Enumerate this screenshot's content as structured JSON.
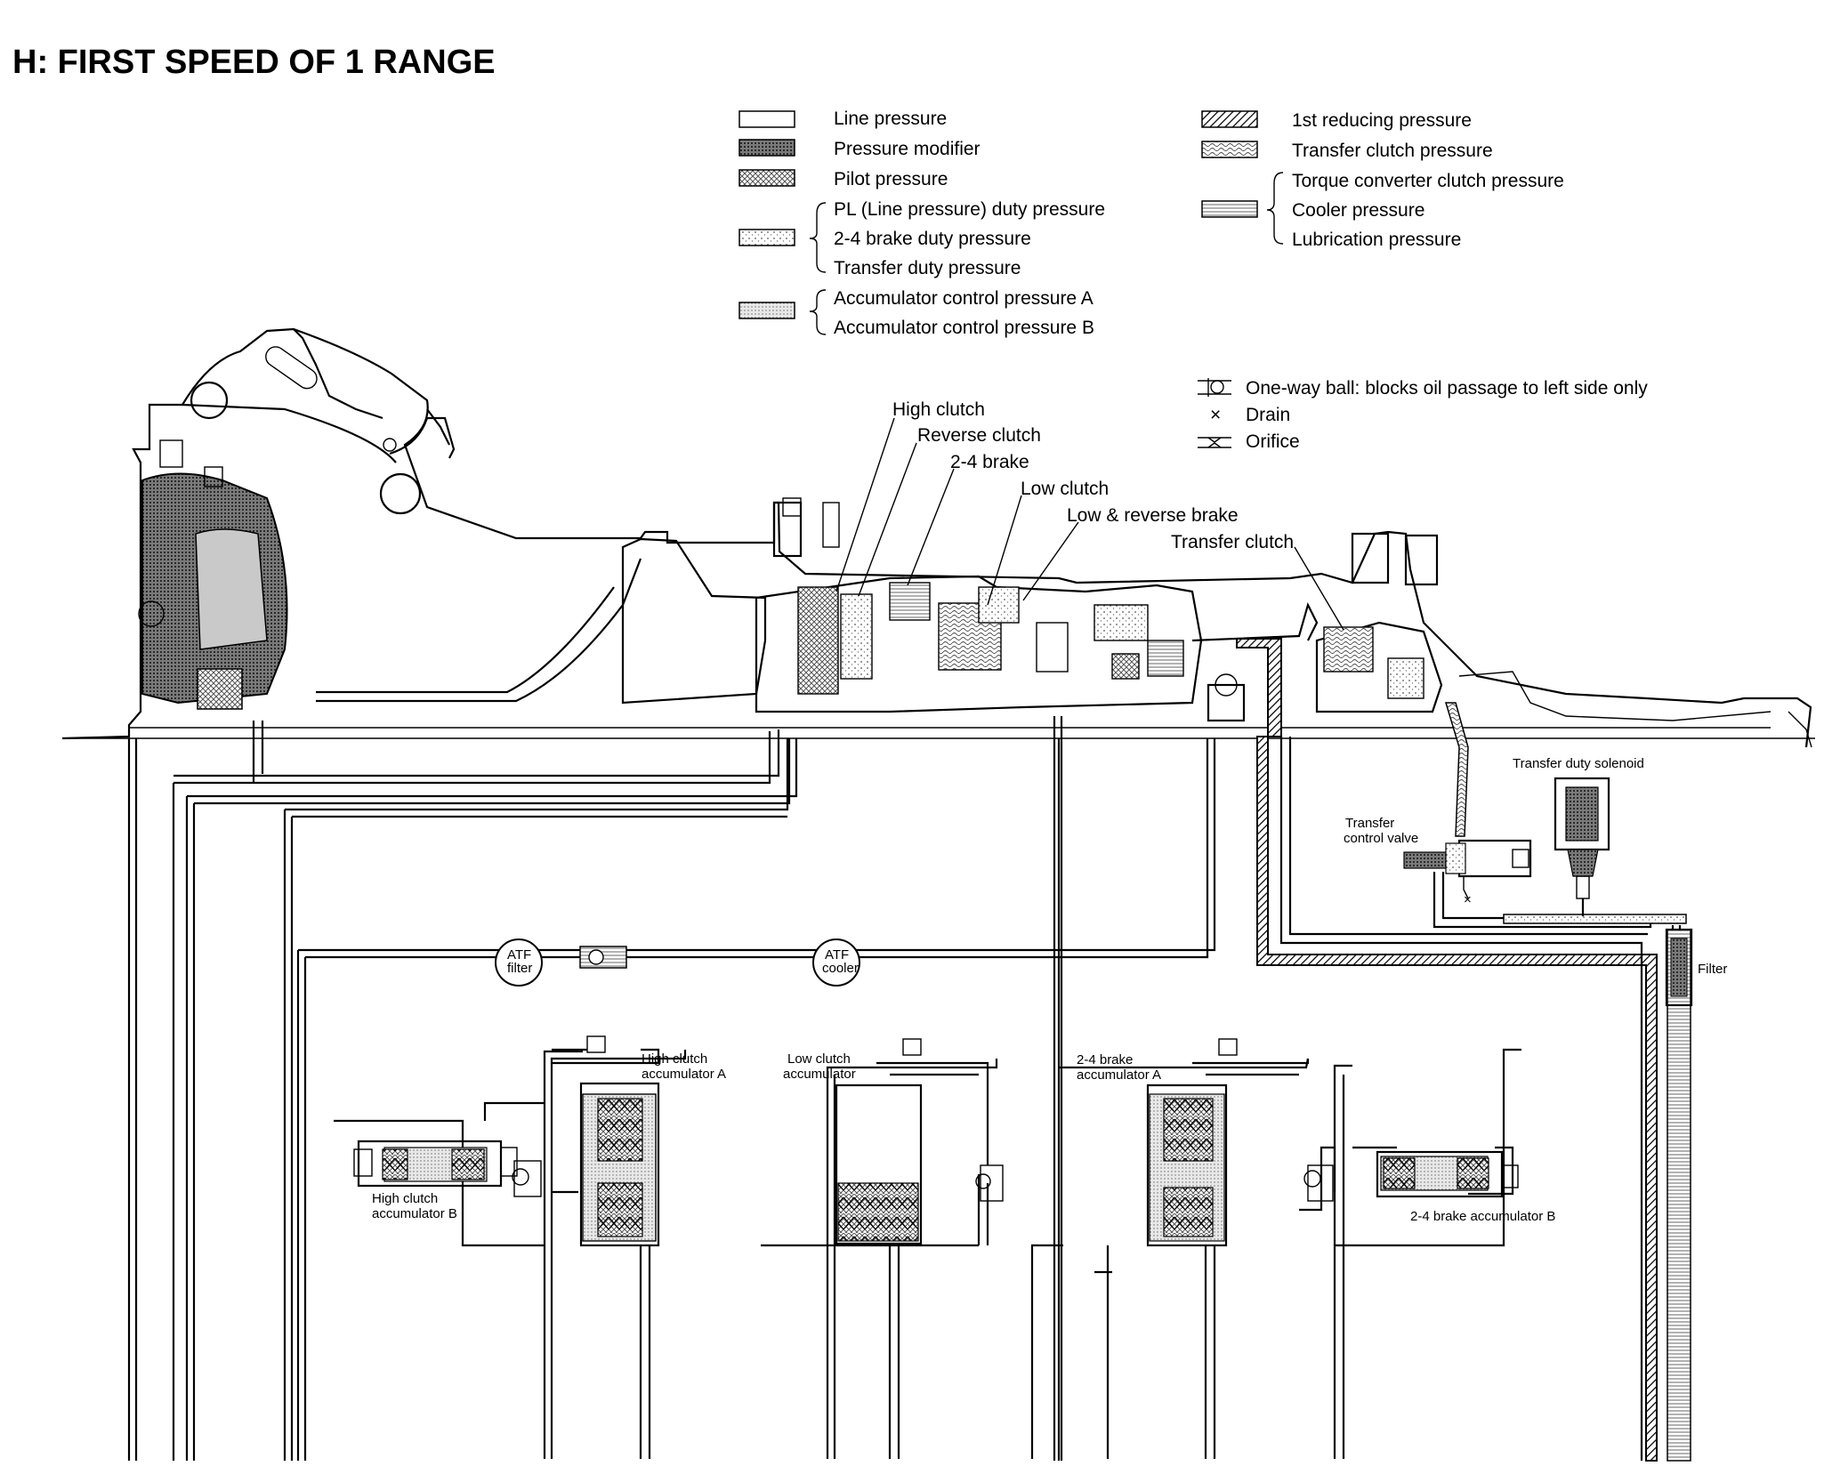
{
  "title": "H: FIRST SPEED OF 1 RANGE",
  "legend": {
    "left": [
      {
        "pattern": "blank",
        "labels": [
          "Line pressure"
        ]
      },
      {
        "pattern": "dark",
        "labels": [
          "Pressure modifier"
        ]
      },
      {
        "pattern": "cross",
        "labels": [
          "Pilot pressure"
        ]
      },
      {
        "pattern": "dots",
        "labels": [
          "PL (Line pressure) duty pressure",
          "2-4 brake duty pressure",
          "Transfer duty pressure"
        ]
      },
      {
        "pattern": "fine",
        "labels": [
          "Accumulator control pressure A",
          "Accumulator control pressure B"
        ]
      }
    ],
    "right": [
      {
        "pattern": "hatch",
        "labels": [
          "1st reducing pressure"
        ]
      },
      {
        "pattern": "wave",
        "labels": [
          "Transfer clutch pressure"
        ]
      },
      {
        "pattern": "lines",
        "labels": [
          "Torque converter clutch pressure",
          "Cooler pressure",
          "Lubrication pressure"
        ]
      }
    ]
  },
  "symbols": {
    "one_way_ball": "One-way ball: blocks oil passage to left side only",
    "drain": "Drain",
    "drain_glyph": "×",
    "orifice": "Orifice"
  },
  "components": {
    "high_clutch": "High clutch",
    "reverse_clutch": "Reverse clutch",
    "brake_24": "2-4 brake",
    "low_clutch": "Low clutch",
    "low_reverse_brake": "Low & reverse brake",
    "transfer_clutch": "Transfer clutch",
    "transfer_duty_solenoid": "Transfer duty solenoid",
    "transfer_control_valve": [
      "Transfer",
      "control valve"
    ],
    "filter": "Filter",
    "atf_filter": [
      "ATF",
      "filter"
    ],
    "atf_cooler": [
      "ATF",
      "cooler"
    ],
    "high_clutch_acc_a": [
      "High clutch",
      "accumulator A"
    ],
    "low_clutch_acc": [
      "Low clutch",
      "accumulator"
    ],
    "brake_24_acc_a": [
      "2-4 brake",
      "accumulator A"
    ],
    "high_clutch_acc_b": [
      "High clutch",
      "accumulator B"
    ],
    "brake_24_acc_b": "2-4 brake accumulator B"
  }
}
